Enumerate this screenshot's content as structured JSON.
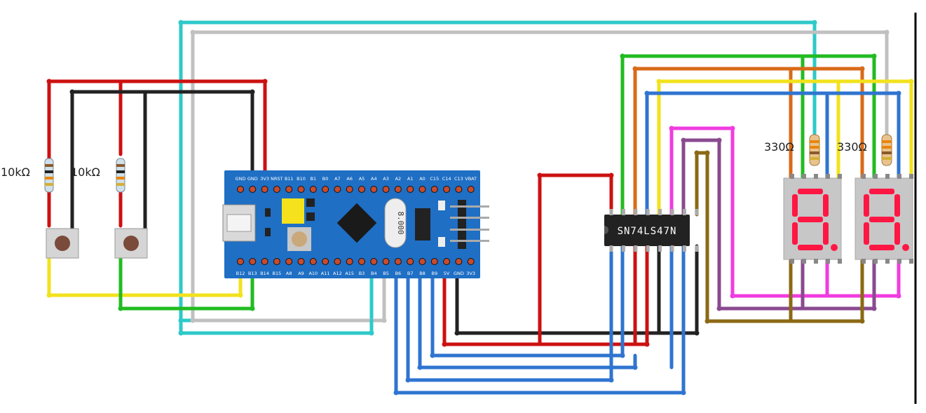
{
  "resistors": {
    "pullup_left": "10kΩ",
    "pullup_right": "10kΩ",
    "segment_left": "330Ω",
    "segment_right": "330Ω"
  },
  "decoder": {
    "label": "SN74LS47N"
  },
  "board": {
    "crystal": "8.000",
    "top_pins": [
      "GND",
      "GND",
      "3V3",
      "NRST",
      "B11",
      "B10",
      "B1",
      "B0",
      "A7",
      "A6",
      "A5",
      "A4",
      "A3",
      "A2",
      "A1",
      "A0",
      "C15",
      "C14",
      "C13",
      "VBAT"
    ],
    "bottom_pins": [
      "B12",
      "B13",
      "B14",
      "B15",
      "A8",
      "A9",
      "A10",
      "A11",
      "A12",
      "A15",
      "B3",
      "B4",
      "B5",
      "B6",
      "B7",
      "B8",
      "B9",
      "5V",
      "GND",
      "3V3"
    ]
  },
  "colors": {
    "red": "#cc1111",
    "black": "#222222",
    "yellow": "#f2e21c",
    "green": "#22bb22",
    "cyan": "#2ec9c9",
    "gray": "#c0c0c0",
    "blue": "#2f74d0",
    "orange": "#d96a18",
    "magenta": "#f03ce0",
    "purple": "#8a4a8f",
    "brown": "#8b6914",
    "board": "#1f6fc4",
    "segment": "#ff1744"
  }
}
